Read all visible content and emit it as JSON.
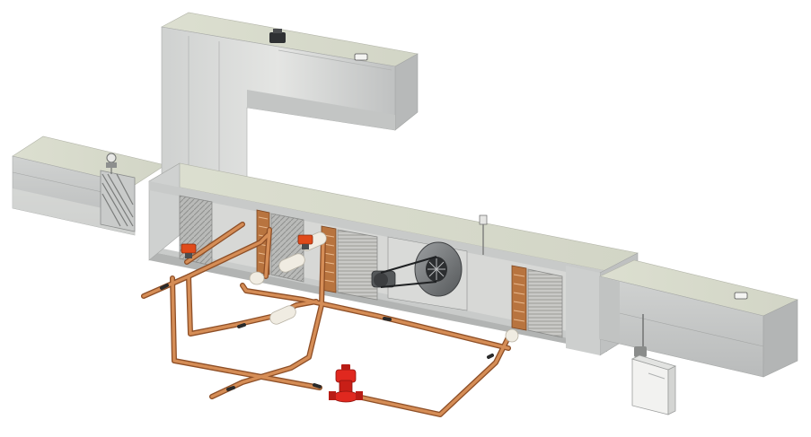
{
  "diagram": {
    "subject": "air-handling-unit-cutaway",
    "colors": {
      "duct_top": "#d9dccd",
      "duct_side": "#c4c6c4",
      "duct_dark": "#9fa2a3",
      "duct_light": "#e6e7e5",
      "copper": "#c67a45",
      "copper_dark": "#8e4f27",
      "pump": "#e0281f",
      "actuator": "#e04a1a",
      "coil_frame": "#b8743f",
      "filter": "#a9aaa8",
      "fan_housing": "#6e7072",
      "humidifier": "#f2f2f0",
      "insulation": "#f0ece2"
    },
    "components": [
      {
        "id": "return-duct",
        "icon": "duct"
      },
      {
        "id": "supply-duct",
        "icon": "duct"
      },
      {
        "id": "mixing-box",
        "icon": "duct"
      },
      {
        "id": "damper",
        "icon": "damper-icon"
      },
      {
        "id": "filter-bank",
        "icon": "filter-icon"
      },
      {
        "id": "preheat-coil",
        "icon": "coil-icon"
      },
      {
        "id": "cooling-coil",
        "icon": "coil-icon"
      },
      {
        "id": "supply-fan",
        "icon": "fan-icon"
      },
      {
        "id": "reheat-coil",
        "icon": "coil-icon"
      },
      {
        "id": "circulation-pump",
        "icon": "pump-icon"
      },
      {
        "id": "humidifier",
        "icon": "humidifier-icon"
      },
      {
        "id": "temperature-sensor",
        "icon": "sensor-icon"
      },
      {
        "id": "control-valve",
        "icon": "valve-actuator-icon"
      }
    ]
  }
}
